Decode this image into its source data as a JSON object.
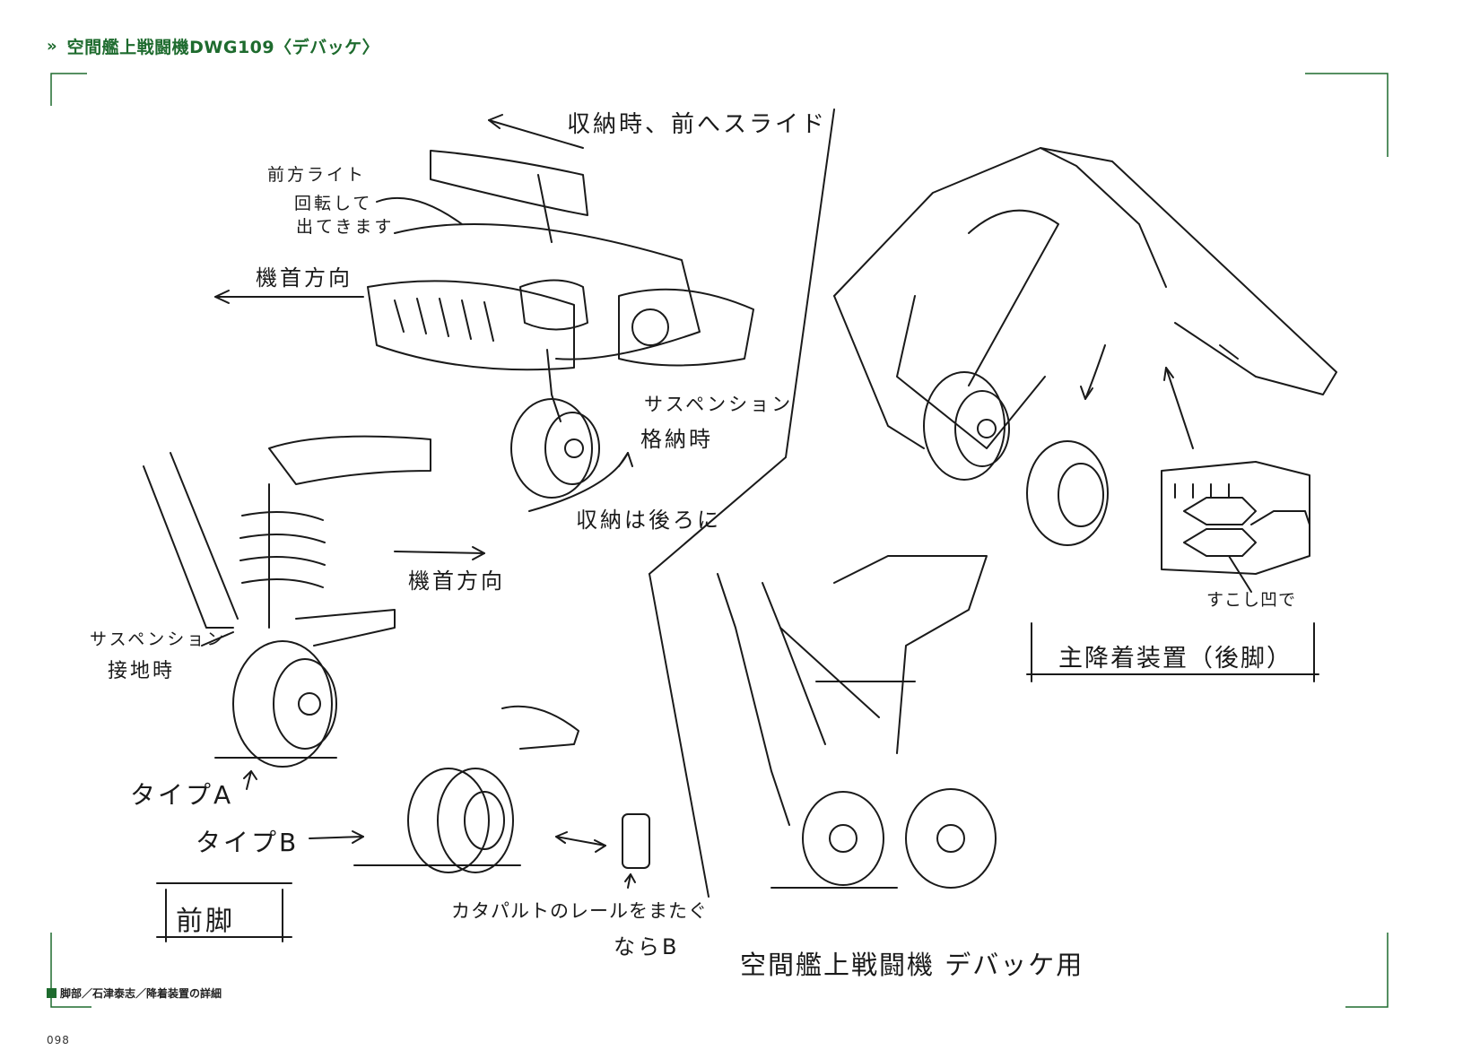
{
  "header": {
    "chevron": "»",
    "title": "空間艦上戦闘機DWG109〈デバッケ〉"
  },
  "notes": {
    "storage_slide": "収納時、前へスライド",
    "front_light_1": "前方ライト",
    "front_light_2": "回転して",
    "front_light_3": "出てきます",
    "nose_direction_top": "機首方向",
    "suspension_stowed_1": "サスペンション",
    "suspension_stowed_2": "格納時",
    "stow_backward": "収納は後ろに",
    "nose_direction_mid": "機首方向",
    "suspension_ground_1": "サスペンション",
    "suspension_ground_2": "接地時",
    "type_a": "タイプA",
    "type_b": "タイプB",
    "front_leg": "前脚",
    "catapult_1": "カタパルトのレールをまたぐ",
    "catapult_2": "ならB",
    "slightly_concave": "すこし凹で",
    "main_gear_label": "主降着装置（後脚）",
    "footer_sketch_title": "空間艦上戦闘機 デバッケ用"
  },
  "footer": {
    "caption": "脚部／石津泰志／降着装置の詳細",
    "page_number": "098"
  },
  "colors": {
    "accent_green": "#1e6b2e",
    "ink": "#1a1a1a"
  }
}
